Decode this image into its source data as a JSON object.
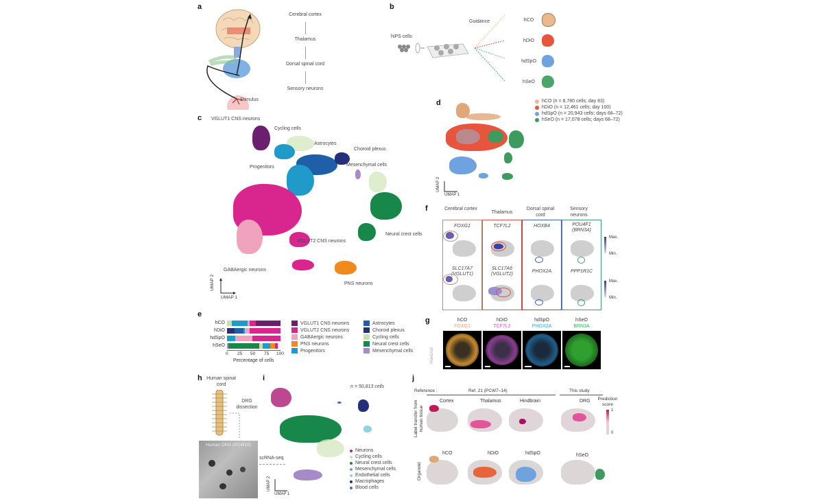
{
  "panels": {
    "a": {
      "label": "a",
      "stimulus": "Stimulus",
      "pathway": [
        "Cerebral cortex",
        "Thalamus",
        "Dorsal spinal cord",
        "Sensory neurons"
      ]
    },
    "b": {
      "label": "b",
      "source": "hiPS cells",
      "guidance": "Guidance",
      "organoids": [
        {
          "name": "hCO",
          "color": "#e8b98e"
        },
        {
          "name": "hDiO",
          "color": "#e8553d"
        },
        {
          "name": "hdSpO",
          "color": "#6fa3e0"
        },
        {
          "name": "hSeO",
          "color": "#4aa56a"
        }
      ]
    },
    "c": {
      "label": "c",
      "clusters": [
        "VGLUT1 CNS neurons",
        "Cycling cells",
        "Astrocytes",
        "Choroid plexus",
        "Progenitors",
        "Mesenchymal cells",
        "Neural crest cells",
        "VGLUT2 CNS neurons",
        "GABAergic neurons",
        "PNS neurons"
      ],
      "axis_x": "UMAP 1",
      "axis_y": "UMAP 2"
    },
    "d": {
      "label": "d",
      "legend": [
        {
          "text": "hCO (n = 8,780 cells; day 83)",
          "color": "#e8b98e"
        },
        {
          "text": "hDiO (n = 12,461 cells; day 100)",
          "color": "#e8553d"
        },
        {
          "text": "hdSpO (n = 20,943 cells; days 68–72)",
          "color": "#6fa3e0"
        },
        {
          "text": "hSeO (n = 17,078 cells; days 68–72)",
          "color": "#3f9a5e"
        }
      ],
      "axis_x": "UMAP 1",
      "axis_y": "UMAP 2"
    },
    "e": {
      "label": "e",
      "xlabel": "Percentage of cells",
      "ticks": [
        "0",
        "25",
        "50",
        "75",
        "100"
      ],
      "legend_col1": [
        {
          "text": "VGLUT1 CNS neurons",
          "color": "#6b1f6e"
        },
        {
          "text": "VGLUT2 CNS neurons",
          "color": "#d9268f"
        },
        {
          "text": "GABAergic neurons",
          "color": "#f0a3bd"
        },
        {
          "text": "PNS neurons",
          "color": "#f08a1c"
        },
        {
          "text": "Progenitors",
          "color": "#1f9ac9"
        }
      ],
      "legend_col2": [
        {
          "text": "Astrocytes",
          "color": "#1f5fa8"
        },
        {
          "text": "Choroid plexus",
          "color": "#262f7a"
        },
        {
          "text": "Cycling cells",
          "color": "#c8e0b0"
        },
        {
          "text": "Neural crest cells",
          "color": "#17874a"
        },
        {
          "text": "Mesenchymal cells",
          "color": "#a98ac9"
        }
      ]
    },
    "f": {
      "label": "f",
      "columns": [
        {
          "title": "Cerebral cortex",
          "genes": [
            "FOXG1",
            "SLC17A7 (VGLUT1)"
          ],
          "border": "#b98f7a"
        },
        {
          "title": "Thalamus",
          "genes": [
            "TCF7L2",
            "SLC17A6 (VGLUT2)"
          ],
          "border": "#d9534a"
        },
        {
          "title": "Dorsal spinal cord",
          "genes": [
            "HOXB4",
            "PHOX2A"
          ],
          "border": "#3f5fa8"
        },
        {
          "title": "Sensory neurons",
          "genes": [
            "POU4F1 (BRN3A)",
            "PPP1R1C"
          ],
          "border": "#3f9a7a"
        }
      ],
      "scale_max": "Max.",
      "scale_min": "Min."
    },
    "g": {
      "label": "g",
      "side_label": "Hoechst",
      "images": [
        {
          "organoid": "hCO",
          "marker": "FOXG1",
          "marker_color": "#d9a46a",
          "fill": "#c58a2f"
        },
        {
          "organoid": "hDiO",
          "marker": "TCF7L2",
          "marker_color": "#d94fd0",
          "fill": "#8a3d8f"
        },
        {
          "organoid": "hdSpO",
          "marker": "PHOX2A",
          "marker_color": "#3fa7d9",
          "fill": "#1f5d8a"
        },
        {
          "organoid": "hSeO",
          "marker": "BRN3A",
          "marker_color": "#2fb84a",
          "fill": "#2f9a2f"
        }
      ]
    },
    "h": {
      "label": "h",
      "title": "Human spinal cord",
      "dissection": "DRG dissection",
      "image_label": "Human DRG (PCW15)",
      "arrow_label": "scRNA-seq"
    },
    "i": {
      "label": "i",
      "n_cells": "n = 50,813 cells",
      "legend": [
        {
          "text": "Neurons",
          "color": "#b0287f"
        },
        {
          "text": "Cycling cells",
          "color": "#c8e0b0"
        },
        {
          "text": "Neural crest cells",
          "color": "#17874a"
        },
        {
          "text": "Mesenchymal cells",
          "color": "#a98ac9"
        },
        {
          "text": "Endothelial cells",
          "color": "#8fd3e0"
        },
        {
          "text": "Macrophages",
          "color": "#262f7a"
        },
        {
          "text": "Blood cells",
          "color": "#4a6fb8"
        }
      ],
      "axis_x": "UMAP 1",
      "axis_y": "UMAP 2"
    },
    "j": {
      "label": "j",
      "reference_label": "Reference :",
      "ref_group": "Ref. 21 (PCW7–14)",
      "this_study": "This study",
      "top_row_label": "Label transfer from human tissue",
      "top_cols": [
        "Cortex",
        "Thalamus",
        "Hindbrain",
        "DRG"
      ],
      "bottom_row_label": "Organoid",
      "bottom_cols": [
        {
          "name": "hCO",
          "color": "#e0a878"
        },
        {
          "name": "hDiO",
          "color": "#e8643d"
        },
        {
          "name": "hdSpO",
          "color": "#6fa3e0"
        },
        {
          "name": "hSeO",
          "color": "#3f9a5e"
        }
      ],
      "scale_title": "Prediction score",
      "scale_max": "1",
      "scale_min": "0"
    }
  },
  "chart_data": {
    "type": "bar",
    "title": "",
    "xlabel": "Percentage of cells",
    "ylabel": "",
    "xlim": [
      0,
      100
    ],
    "orientation": "horizontal-stacked",
    "categories": [
      "hCO",
      "hDiO",
      "hdSpO",
      "hSeO"
    ],
    "series": [
      {
        "name": "Cycling cells",
        "color": "#c8e0b0",
        "values": [
          9,
          0,
          0,
          0
        ]
      },
      {
        "name": "Choroid plexus",
        "color": "#262f7a",
        "values": [
          0,
          14,
          0,
          0
        ]
      },
      {
        "name": "Astrocytes",
        "color": "#1f5fa8",
        "values": [
          0,
          17,
          0,
          0
        ]
      },
      {
        "name": "Progenitors",
        "color": "#1f9ac9",
        "values": [
          29,
          3,
          15,
          0
        ]
      },
      {
        "name": "Mesenchymal cells",
        "color": "#a98ac9",
        "values": [
          0,
          0,
          0,
          2
        ]
      },
      {
        "name": "Neural crest cells",
        "color": "#17874a",
        "values": [
          0,
          0,
          0,
          58
        ]
      },
      {
        "name": "Cycling cells (hSeO)",
        "color": "#c8e0b0",
        "values": [
          0,
          0,
          0,
          7
        ]
      },
      {
        "name": "Progenitors (hSeO)",
        "color": "#1f9ac9",
        "values": [
          0,
          0,
          0,
          14
        ]
      },
      {
        "name": "PNS neurons",
        "color": "#f08a1c",
        "values": [
          0,
          0,
          0,
          9
        ]
      },
      {
        "name": "GABAergic neurons",
        "color": "#f0a3bd",
        "values": [
          4,
          8,
          33,
          0
        ]
      },
      {
        "name": "VGLUT2 CNS neurons",
        "color": "#d9268f",
        "values": [
          12,
          58,
          52,
          5
        ]
      },
      {
        "name": "VGLUT1 CNS neurons",
        "color": "#6b1f6e",
        "values": [
          46,
          0,
          0,
          0
        ]
      }
    ],
    "legend": [
      "VGLUT1 CNS neurons",
      "VGLUT2 CNS neurons",
      "GABAergic neurons",
      "PNS neurons",
      "Progenitors",
      "Astrocytes",
      "Choroid plexus",
      "Cycling cells",
      "Neural crest cells",
      "Mesenchymal cells"
    ],
    "grid": false
  }
}
